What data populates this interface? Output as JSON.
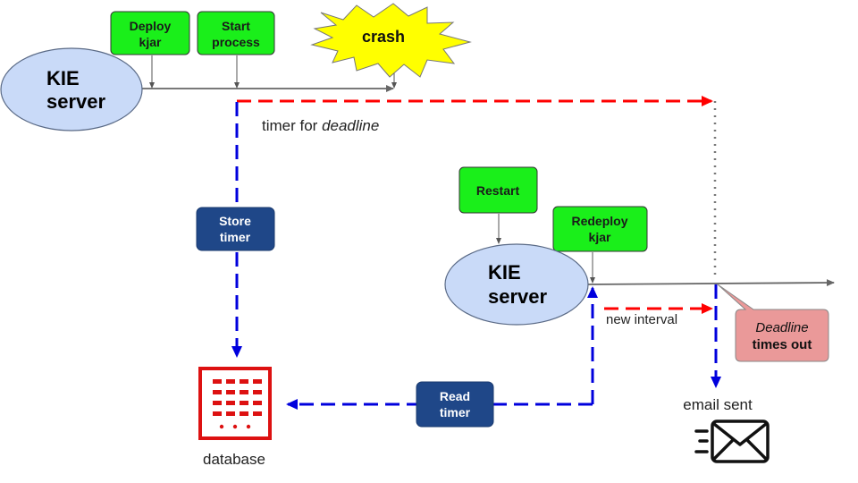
{
  "nodes": {
    "server1": {
      "line1": "KIE",
      "line2": "server"
    },
    "server2": {
      "line1": "KIE",
      "line2": "server"
    },
    "deploy_kjar": {
      "line1": "Deploy",
      "line2": "kjar"
    },
    "start_process": {
      "line1": "Start",
      "line2": "process"
    },
    "crash": {
      "label": "crash"
    },
    "store_timer": {
      "line1": "Store",
      "line2": "timer"
    },
    "restart": {
      "label": "Restart"
    },
    "redeploy_kjar": {
      "line1": "Redeploy",
      "line2": "kjar"
    },
    "read_timer": {
      "line1": "Read",
      "line2": "timer"
    },
    "deadline_callout": {
      "line1": "Deadline",
      "line2": "times out"
    },
    "database": {
      "label": "database"
    },
    "email": {
      "label": "email sent"
    }
  },
  "labels": {
    "timer_prefix": "timer for ",
    "timer_emphasis": "deadline",
    "new_interval": "new interval"
  },
  "colors": {
    "green_box": "#1aef1a",
    "navy_box": "#1f4788",
    "server_fill": "#c9daf8",
    "red_arrow": "#ff0000",
    "blue_arrow": "#0000dd",
    "database_red": "#dd1111",
    "callout_pink": "#ea9999",
    "crash_yellow": "#ffff00"
  },
  "icons": {
    "database": "database-icon",
    "email": "email-sent-icon",
    "crash": "crash-burst-icon"
  }
}
